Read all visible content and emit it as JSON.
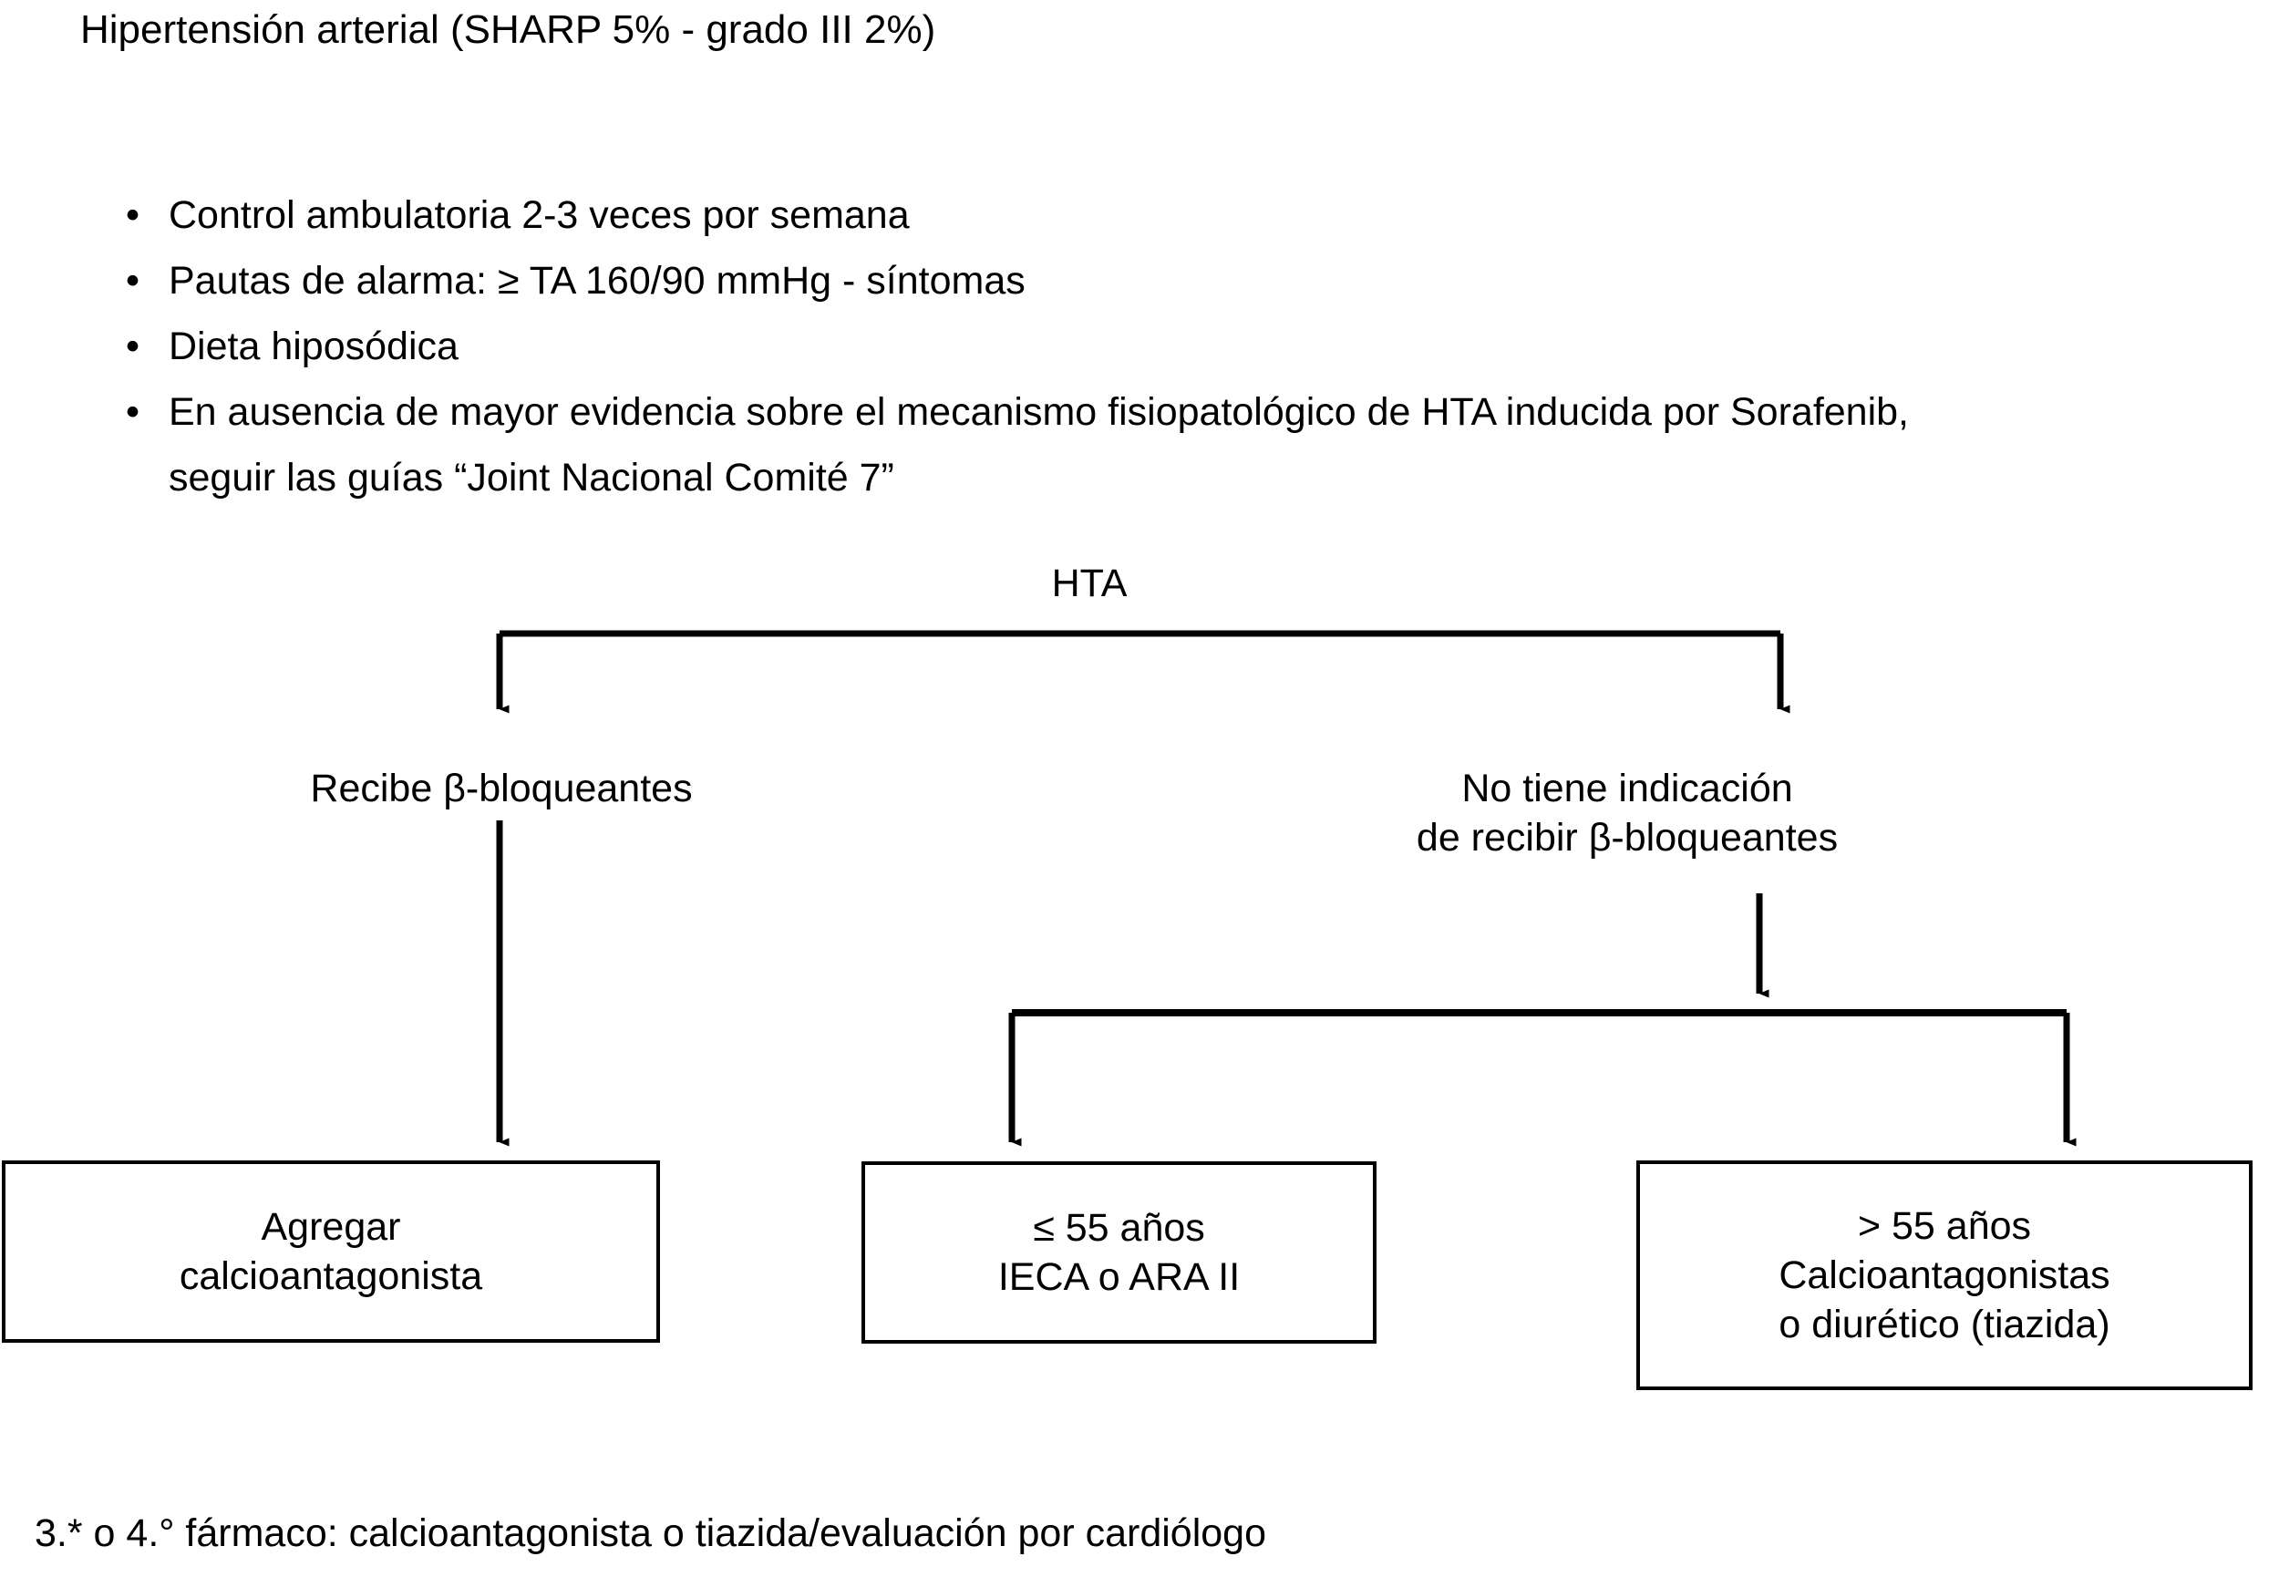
{
  "heading": "Hipertensión arterial (SHARP 5% - grado III 2%)",
  "bullet_marker": "•",
  "bullets": [
    {
      "text": "Control ambulatoria 2-3 veces por semana",
      "continuation": ""
    },
    {
      "text": "Pautas de alarma: ≥ TA 160/90 mmHg - síntomas",
      "continuation": ""
    },
    {
      "text": "Dieta hiposódica",
      "continuation": ""
    },
    {
      "text": "En ausencia de mayor evidencia sobre el mecanismo fisiopatológico de HTA inducida por Sorafenib,",
      "continuation": "seguir las guías “Joint Nacional Comité 7”"
    }
  ],
  "flow": {
    "root": "HTA",
    "branch_left": "Recibe β-bloqueantes",
    "branch_right_line1": "No tiene indicación",
    "branch_right_line2": "de recibir β-bloqueantes",
    "boxes": [
      {
        "line1": "Agregar",
        "line2": "calcioantagonista",
        "line3": ""
      },
      {
        "line1": "≤ 55 años",
        "line2": "IECA o ARA II",
        "line3": ""
      },
      {
        "line1": "> 55 años",
        "line2": "Calcioantagonistas",
        "line3": "o diurético (tiazida)"
      }
    ]
  },
  "footer": "3.* o 4.° fármaco: calcioantagonista o tiazida/evaluación por cardiólogo",
  "colors": {
    "ink": "#000000",
    "paper": "#ffffff"
  }
}
